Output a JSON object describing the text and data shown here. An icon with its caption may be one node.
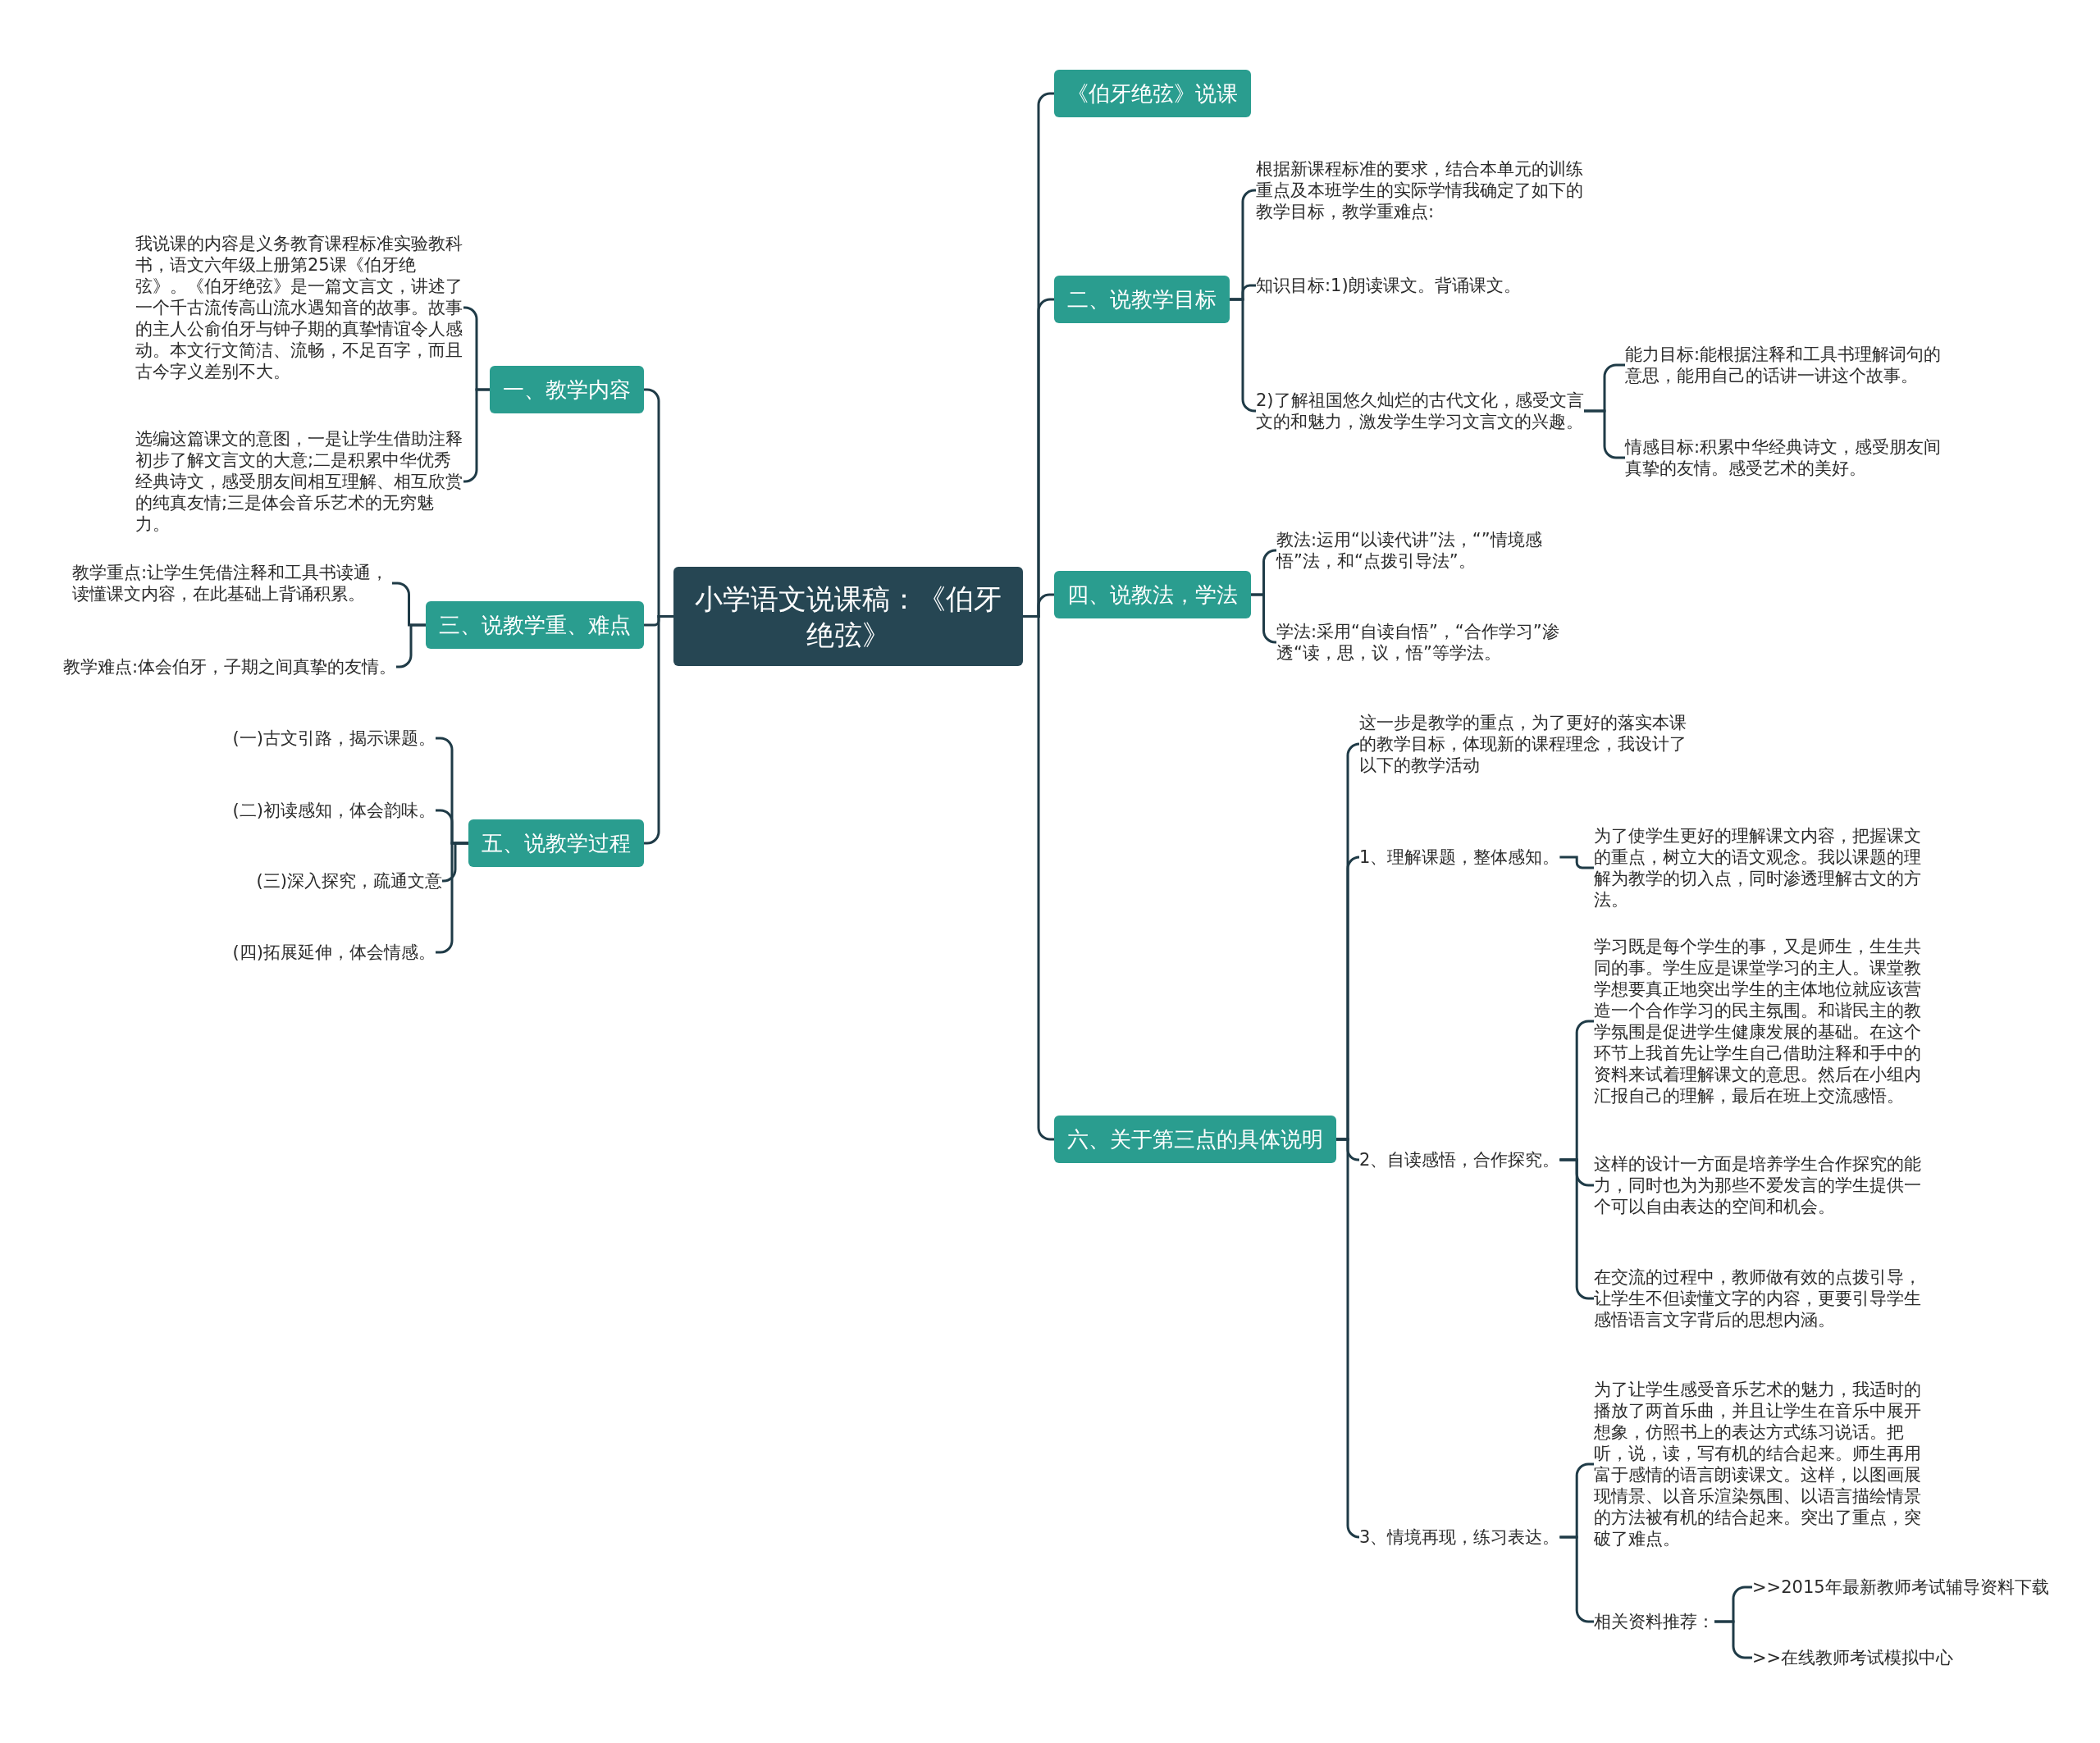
{
  "diagram": {
    "nodes": [
      {
        "text": [
          "小学语文说课稿：《伯牙绝弦》"
        ]
      },
      {
        "text": [
          "《伯牙绝弦》说课"
        ]
      },
      {
        "text": [
          "二、说教学目标"
        ]
      },
      {
        "text": [
          "根据新课程标准的要求，结合本单元的训练重点及本班学生的实际学情我确定了如下的教学目标，教学重难点:"
        ]
      },
      {
        "text": [
          "知识目标:1)朗读课文。背诵课文。"
        ]
      },
      {
        "text": [
          "2)了解祖国悠久灿烂的古代文化，感受文言文的和魅力，激发学生学习文言文的兴趣。"
        ]
      },
      {
        "text": [
          "能力目标:能根据注释和工具书理解词句的意思，能用自己的话讲一讲这个故事。"
        ]
      },
      {
        "text": [
          "情感目标:积累中华经典诗文，感受朋友间真挚的友情。感受艺术的美好。"
        ]
      },
      {
        "text": [
          "四、说教法，学法"
        ]
      },
      {
        "text": [
          "教法:运用“以读代讲”法，“”情境感悟”法，和“点拨引导法”。"
        ]
      },
      {
        "text": [
          "学法:采用“自读自悟”，“合作学习”渗透“读，思，议，悟”等学法。"
        ]
      },
      {
        "text": [
          "六、关于第三点的具体说明"
        ]
      },
      {
        "text": [
          "这一步是教学的重点，为了更好的落实本课的教学目标，体现新的课程理念，我设计了以下的教学活动"
        ]
      },
      {
        "text": [
          "1、理解课题，整体感知。"
        ]
      },
      {
        "text": [
          "为了使学生更好的理解课文内容，把握课文的重点，树立大的语文观念。我以课题的理解为教学的切入点，同时渗透理解古文的方法。"
        ]
      },
      {
        "text": [
          "2、自读感悟，合作探究。"
        ]
      },
      {
        "text": [
          "学习既是每个学生的事，又是师生，生生共同的事。学生应是课堂学习的主人。课堂教学想要真正地突出学生的主体地位就应该营造一个合作学习的民主氛围。和谐民主的教学氛围是促进学生健康发展的基础。在这个环节上我首先让学生自己借助注释和手中的资料来试着理解课文的意思。然后在小组内汇报自己的理解，最后在班上交流感悟。"
        ]
      },
      {
        "text": [
          "这样的设计一方面是培养学生合作探究的能力，同时也为为那些不爱发言的学生提供一个可以自由表达的空间和机会。"
        ]
      },
      {
        "text": [
          "在交流的过程中，教师做有效的点拨引导，让学生不但读懂文字的内容，更要引导学生感悟语言文字背后的思想内涵。"
        ]
      },
      {
        "text": [
          "3、情境再现，练习表达。"
        ]
      },
      {
        "text": [
          "为了让学生感受音乐艺术的魅力，我适时的播放了两首乐曲，并且让学生在音乐中展开想象，仿照书上的表达方式练习说话。把听，说，读，写有机的结合起来。师生再用富于感情的语言朗读课文。这样，以图画展现情景、以音乐渲染氛围、以语言描绘情景的方法被有机的结合起来。突出了重点，突破了难点。"
        ]
      },
      {
        "text": [
          "相关资料推荐："
        ]
      },
      {
        "text": [
          ">>2015年最新教师考试辅导资料下载"
        ]
      },
      {
        "text": [
          ">>在线教师考试模拟中心"
        ]
      },
      {
        "text": [
          "一、教学内容"
        ]
      },
      {
        "text": [
          "我说课的内容是义务教育课程标准实验教科书，语文六年级上册第25课《伯牙绝弦》。《伯牙绝弦》是一篇文言文，讲述了一个千古流传高山流水遇知音的故事。故事的主人公俞伯牙与钟子期的真挚情谊令人感动。本文行文简洁、流畅，不足百字，而且古今字义差别不大。"
        ]
      },
      {
        "text": [
          "选编这篇课文的意图，一是让学生借助注释初步了解文言文的大意;二是积累中华优秀经典诗文，感受朋友间相互理解、相互欣赏的纯真友情;三是体会音乐艺术的无穷魅力。"
        ]
      },
      {
        "text": [
          "三、说教学重、难点"
        ]
      },
      {
        "text": [
          "教学重点:让学生凭借注释和工具书读通，读懂课文内容，在此基础上背诵积累。"
        ]
      },
      {
        "text": [
          "教学难点:体会伯牙，子期之间真挚的友情。"
        ]
      },
      {
        "text": [
          "五、说教学过程"
        ]
      },
      {
        "text": [
          "(一)古文引路，揭示课题。"
        ]
      },
      {
        "text": [
          "(二)初读感知，体会韵味。"
        ]
      },
      {
        "text": [
          "(三)深入探究，疏通文意"
        ]
      },
      {
        "text": [
          "(四)拓展延伸，体会情感。"
        ]
      }
    ],
    "edges": [
      {
        "from": 0,
        "to": 1,
        "arrow": "none"
      },
      {
        "from": 0,
        "to": 2,
        "arrow": "none"
      },
      {
        "from": 2,
        "to": 3,
        "arrow": "none"
      },
      {
        "from": 2,
        "to": 4,
        "arrow": "none"
      },
      {
        "from": 2,
        "to": 5,
        "arrow": "none"
      },
      {
        "from": 5,
        "to": 6,
        "arrow": "none"
      },
      {
        "from": 5,
        "to": 7,
        "arrow": "none"
      },
      {
        "from": 0,
        "to": 8,
        "arrow": "none"
      },
      {
        "from": 8,
        "to": 9,
        "arrow": "none"
      },
      {
        "from": 8,
        "to": 10,
        "arrow": "none"
      },
      {
        "from": 0,
        "to": 11,
        "arrow": "none"
      },
      {
        "from": 11,
        "to": 12,
        "arrow": "none"
      },
      {
        "from": 11,
        "to": 13,
        "arrow": "none"
      },
      {
        "from": 13,
        "to": 14,
        "arrow": "none"
      },
      {
        "from": 11,
        "to": 15,
        "arrow": "none"
      },
      {
        "from": 15,
        "to": 16,
        "arrow": "none"
      },
      {
        "from": 15,
        "to": 17,
        "arrow": "none"
      },
      {
        "from": 15,
        "to": 18,
        "arrow": "none"
      },
      {
        "from": 11,
        "to": 19,
        "arrow": "none"
      },
      {
        "from": 19,
        "to": 20,
        "arrow": "none"
      },
      {
        "from": 19,
        "to": 21,
        "arrow": "none"
      },
      {
        "from": 21,
        "to": 22,
        "arrow": "none"
      },
      {
        "from": 21,
        "to": 23,
        "arrow": "none"
      },
      {
        "from": 0,
        "to": 24,
        "arrow": "none"
      },
      {
        "from": 24,
        "to": 25,
        "arrow": "none"
      },
      {
        "from": 24,
        "to": 26,
        "arrow": "none"
      },
      {
        "from": 0,
        "to": 27,
        "arrow": "none"
      },
      {
        "from": 27,
        "to": 28,
        "arrow": "none"
      },
      {
        "from": 27,
        "to": 29,
        "arrow": "none"
      },
      {
        "from": 0,
        "to": 30,
        "arrow": "none"
      },
      {
        "from": 30,
        "to": 31,
        "arrow": "none"
      },
      {
        "from": 30,
        "to": 32,
        "arrow": "none"
      },
      {
        "from": 30,
        "to": 33,
        "arrow": "none"
      },
      {
        "from": 30,
        "to": 34,
        "arrow": "none"
      }
    ]
  }
}
